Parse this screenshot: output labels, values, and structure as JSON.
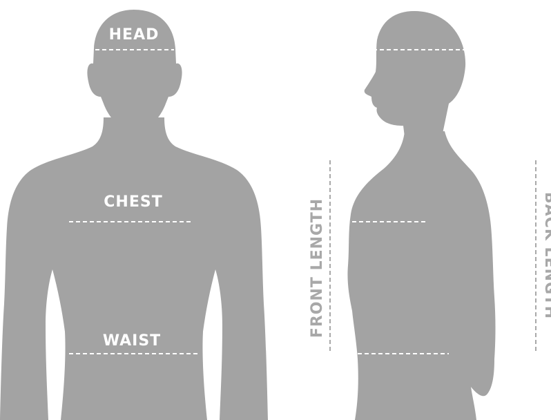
{
  "colors": {
    "silhouette": "#a3a3a3",
    "dashes": "#ffffff",
    "labels": "#ffffff",
    "side_lines": "#a8a8a8",
    "background": "#ffffff"
  },
  "labels": {
    "head": "HEAD",
    "chest": "CHEST",
    "waist": "WAIST",
    "front_length": "FRONT LENGTH",
    "back_length": "BACK LENGTH"
  }
}
